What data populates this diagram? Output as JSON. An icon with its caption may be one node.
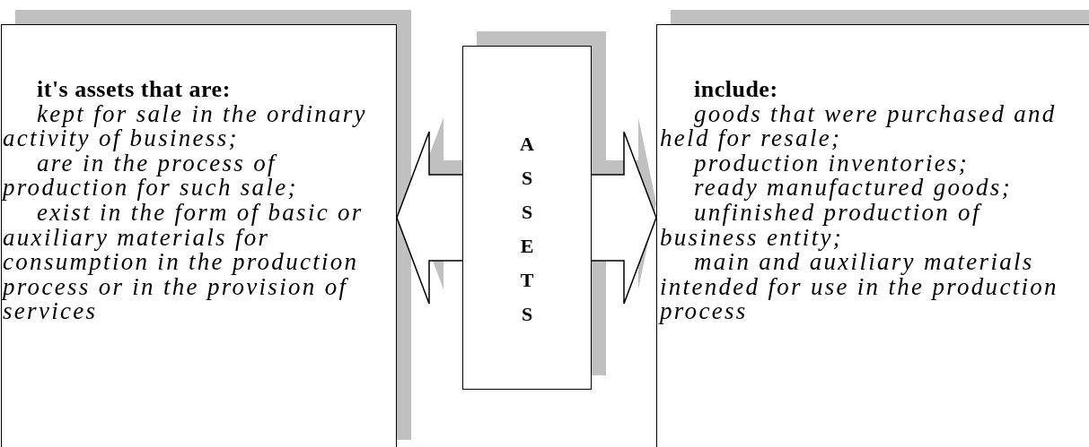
{
  "diagram": {
    "nodes": [
      {
        "text": [
          "**it's assets that are**:",
          "kept for sale in the ordinary activity of business;",
          "are in the process of production for such sale;",
          "exist in the form of basic or auxiliary materials for consumption in the production process or in the provision of services"
        ]
      },
      {
        "text": [
          "ASSETS"
        ]
      },
      {
        "text": [
          "include:",
          "goods that were purchased and held for resale;",
          "production inventories;",
          "ready manufactured goods;",
          "unfinished production of business entity;",
          "main and auxiliary materials intended for use in the production process"
        ]
      }
    ],
    "edges": [
      {
        "from": 1,
        "to": 0,
        "arrow": "to"
      },
      {
        "from": 1,
        "to": 2,
        "arrow": "to"
      }
    ]
  }
}
